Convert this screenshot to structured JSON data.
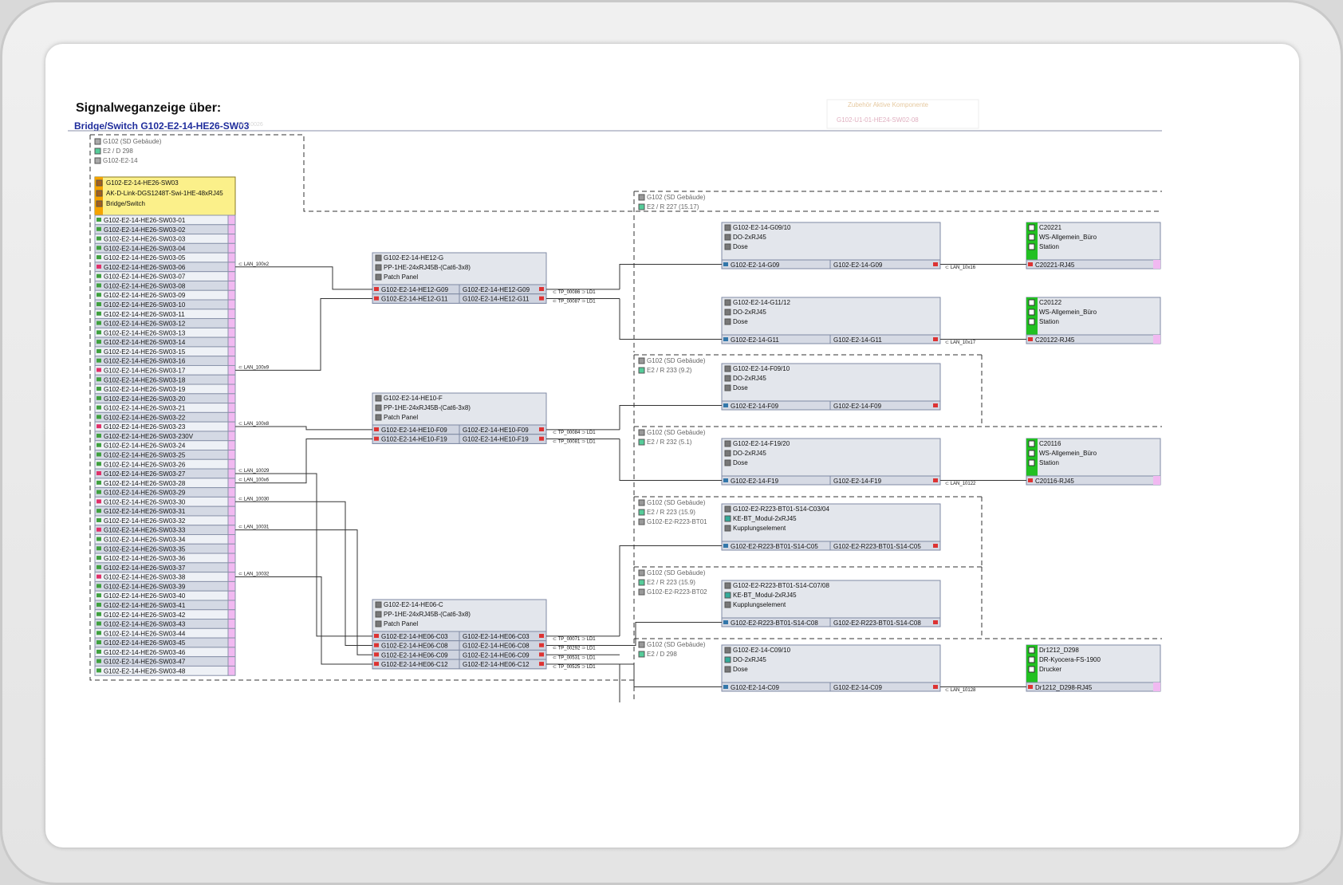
{
  "heading": {
    "title": "Signalweganzeige über:",
    "subtitle": "Bridge/Switch G102-E2-14-HE26-SW03"
  },
  "ghost": {
    "left": "Fil_10026",
    "right_title": "Zubehör Aktive Komponente",
    "right_sub": "G102-U1-01-HE24-SW02-08"
  },
  "source": {
    "location": [
      "G102 (SD Gebäude)",
      "E2 / D 298",
      "G102-E2-14"
    ],
    "header": [
      "G102-E2-14-HE26-SW03",
      "AK-D-Link-DGS1248T-Swi-1HE-48xRJ45",
      "Bridge/Switch"
    ],
    "ports": [
      "G102-E2-14-HE26-SW03-01",
      "G102-E2-14-HE26-SW03-02",
      "G102-E2-14-HE26-SW03-03",
      "G102-E2-14-HE26-SW03-04",
      "G102-E2-14-HE26-SW03-05",
      "G102-E2-14-HE26-SW03-06",
      "G102-E2-14-HE26-SW03-07",
      "G102-E2-14-HE26-SW03-08",
      "G102-E2-14-HE26-SW03-09",
      "G102-E2-14-HE26-SW03-10",
      "G102-E2-14-HE26-SW03-11",
      "G102-E2-14-HE26-SW03-12",
      "G102-E2-14-HE26-SW03-13",
      "G102-E2-14-HE26-SW03-14",
      "G102-E2-14-HE26-SW03-15",
      "G102-E2-14-HE26-SW03-16",
      "G102-E2-14-HE26-SW03-17",
      "G102-E2-14-HE26-SW03-18",
      "G102-E2-14-HE26-SW03-19",
      "G102-E2-14-HE26-SW03-20",
      "G102-E2-14-HE26-SW03-21",
      "G102-E2-14-HE26-SW03-22",
      "G102-E2-14-HE26-SW03-23",
      "G102-E2-14-HE26-SW03-230V",
      "G102-E2-14-HE26-SW03-24",
      "G102-E2-14-HE26-SW03-25",
      "G102-E2-14-HE26-SW03-26",
      "G102-E2-14-HE26-SW03-27",
      "G102-E2-14-HE26-SW03-28",
      "G102-E2-14-HE26-SW03-29",
      "G102-E2-14-HE26-SW03-30",
      "G102-E2-14-HE26-SW03-31",
      "G102-E2-14-HE26-SW03-32",
      "G102-E2-14-HE26-SW03-33",
      "G102-E2-14-HE26-SW03-34",
      "G102-E2-14-HE26-SW03-35",
      "G102-E2-14-HE26-SW03-36",
      "G102-E2-14-HE26-SW03-37",
      "G102-E2-14-HE26-SW03-38",
      "G102-E2-14-HE26-SW03-39",
      "G102-E2-14-HE26-SW03-40",
      "G102-E2-14-HE26-SW03-41",
      "G102-E2-14-HE26-SW03-42",
      "G102-E2-14-HE26-SW03-43",
      "G102-E2-14-HE26-SW03-44",
      "G102-E2-14-HE26-SW03-45",
      "G102-E2-14-HE26-SW03-46",
      "G102-E2-14-HE26-SW03-47",
      "G102-E2-14-HE26-SW03-48"
    ],
    "red_ports": [
      "06",
      "17",
      "23",
      "27",
      "30",
      "33",
      "38"
    ]
  },
  "lan_labels": [
    "LAN_100x2",
    "LAN_100x9",
    "LAN_100x8",
    "LAN_10029",
    "LAN_100x6",
    "LAN_10030",
    "LAN_10031",
    "LAN_10032"
  ],
  "patch_panels": [
    {
      "lines": [
        "G102-E2-14-HE12-G",
        "PP-1HE-24xRJ45B-(Cat6-3x8)",
        "Patch Panel"
      ],
      "ports": [
        [
          "G102-E2-14-HE12-G09",
          "G102-E2-14-HE12-G09"
        ],
        [
          "G102-E2-14-HE12-G11",
          "G102-E2-14-HE12-G11"
        ]
      ],
      "cables": [
        "TP_00086",
        "TP_00087"
      ]
    },
    {
      "lines": [
        "G102-E2-14-HE10-F",
        "PP-1HE-24xRJ45B-(Cat6-3x8)",
        "Patch Panel"
      ],
      "ports": [
        [
          "G102-E2-14-HE10-F09",
          "G102-E2-14-HE10-F09"
        ],
        [
          "G102-E2-14-HE10-F19",
          "G102-E2-14-HE10-F19"
        ]
      ],
      "cables": [
        "TP_00084",
        "TP_00081"
      ]
    },
    {
      "lines": [
        "G102-E2-14-HE06-C",
        "PP-1HE-24xRJ45B-(Cat6-3x8)",
        "Patch Panel"
      ],
      "ports": [
        [
          "G102-E2-14-HE06-C03",
          "G102-E2-14-HE06-C03"
        ],
        [
          "G102-E2-14-HE06-C08",
          "G102-E2-14-HE06-C08"
        ],
        [
          "G102-E2-14-HE06-C09",
          "G102-E2-14-HE06-C09"
        ],
        [
          "G102-E2-14-HE06-C12",
          "G102-E2-14-HE06-C12"
        ]
      ],
      "cables": [
        "TP_00071",
        "TP_00292",
        "TP_00531",
        "TP_00525"
      ]
    }
  ],
  "cable_suffix": "LD1",
  "rooms": [
    {
      "lines": [
        "G102 (SD Gebäude)",
        "E2 / R 227 (15.17)"
      ]
    },
    {
      "lines": [
        "G102 (SD Gebäude)",
        "E2 / R 233 (9.2)"
      ]
    },
    {
      "lines": [
        "G102 (SD Gebäude)",
        "E2 / R 232 (5.1)"
      ]
    },
    {
      "lines": [
        "G102 (SD Gebäude)",
        "E2 / R 223 (15.9)",
        "G102-E2-R223-BT01"
      ]
    },
    {
      "lines": [
        "G102 (SD Gebäude)",
        "E2 / R 223 (15.9)",
        "G102-E2-R223-BT02"
      ]
    },
    {
      "lines": [
        "G102 (SD Gebäude)",
        "E2 / D 298"
      ]
    }
  ],
  "outlets": [
    {
      "lines": [
        "G102-E2-14-G09/10",
        "DO-2xRJ45",
        "Dose"
      ],
      "ports": [
        "G102-E2-14-G09",
        "G102-E2-14-G09"
      ],
      "lan": "LAN_10x16"
    },
    {
      "lines": [
        "G102-E2-14-G11/12",
        "DO-2xRJ45",
        "Dose"
      ],
      "ports": [
        "G102-E2-14-G11",
        "G102-E2-14-G11"
      ],
      "lan": "LAN_10x17"
    },
    {
      "lines": [
        "G102-E2-14-F09/10",
        "DO-2xRJ45",
        "Dose"
      ],
      "ports": [
        "G102-E2-14-F09",
        "G102-E2-14-F09"
      ],
      "lan": ""
    },
    {
      "lines": [
        "G102-E2-14-F19/20",
        "DO-2xRJ45",
        "Dose"
      ],
      "ports": [
        "G102-E2-14-F19",
        "G102-E2-14-F19"
      ],
      "lan": "LAN_10122"
    },
    {
      "lines": [
        "G102-E2-R223-BT01-S14-C03/04",
        "KE-BT_Modul-2xRJ45",
        "Kupplungselement"
      ],
      "ports": [
        "G102-E2-R223-BT01-S14-C05",
        "G102-E2-R223-BT01-S14-C05"
      ],
      "lan": ""
    },
    {
      "lines": [
        "G102-E2-R223-BT01-S14-C07/08",
        "KE-BT_Modul-2xRJ45",
        "Kupplungselement"
      ],
      "ports": [
        "G102-E2-R223-BT01-S14-C08",
        "G102-E2-R223-BT01-S14-C08"
      ],
      "lan": ""
    },
    {
      "lines": [
        "G102-E2-14-C09/10",
        "DO-2xRJ45",
        "Dose"
      ],
      "ports": [
        "G102-E2-14-C09",
        "G102-E2-14-C09"
      ],
      "lan": "LAN_10128"
    }
  ],
  "endpoints": [
    {
      "lines": [
        "C20221",
        "WS-Allgemein_Büro",
        "Station"
      ],
      "port": "C20221-RJ45"
    },
    {
      "lines": [
        "C20122",
        "WS-Allgemein_Büro",
        "Station"
      ],
      "port": "C20122-RJ45"
    },
    {
      "lines": [
        "C20116",
        "WS-Allgemein_Büro",
        "Station"
      ],
      "port": "C20116-RJ45"
    },
    {
      "lines": [
        "Dr1212_D298",
        "DR-Kyocera-FS-1900",
        "Drucker"
      ],
      "port": "Dr1212_D298-RJ45"
    }
  ],
  "colors": {
    "switch_yellow": "#fbf08a",
    "switch_orange": "#f4a300",
    "endpoint_green": "#22c022",
    "box_fill": "#e3e6ec",
    "box_border": "#7f8aa4",
    "port_pink": "#f1b9f1",
    "title_blue": "#1f2d9c"
  }
}
